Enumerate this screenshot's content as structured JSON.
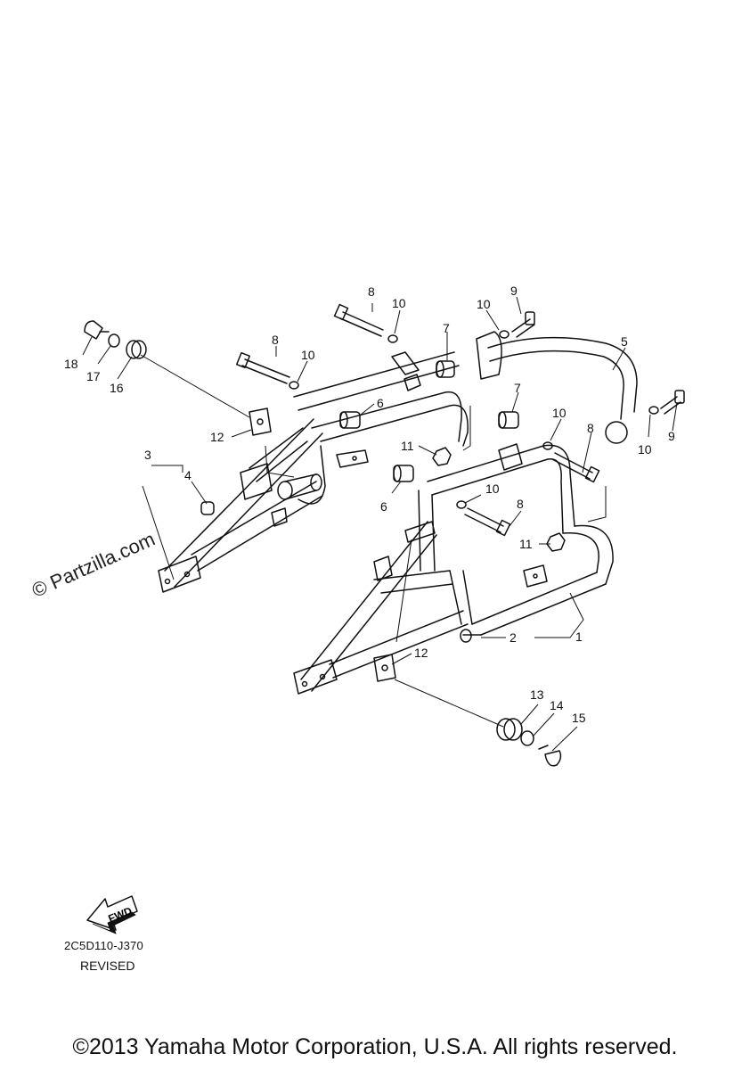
{
  "watermark": "© Partzilla.com",
  "callouts": [
    {
      "key": "c18",
      "text": "18"
    },
    {
      "key": "c17",
      "text": "17"
    },
    {
      "key": "c16",
      "text": "16"
    },
    {
      "key": "c8a",
      "text": "8"
    },
    {
      "key": "c10a",
      "text": "10"
    },
    {
      "key": "c8b",
      "text": "8"
    },
    {
      "key": "c10b",
      "text": "10"
    },
    {
      "key": "c7a",
      "text": "7"
    },
    {
      "key": "c10c",
      "text": "10"
    },
    {
      "key": "c9a",
      "text": "9"
    },
    {
      "key": "c5",
      "text": "5"
    },
    {
      "key": "c6a",
      "text": "6"
    },
    {
      "key": "c12a",
      "text": "12"
    },
    {
      "key": "c11a",
      "text": "11"
    },
    {
      "key": "c3",
      "text": "3"
    },
    {
      "key": "c4",
      "text": "4"
    },
    {
      "key": "c7b",
      "text": "7"
    },
    {
      "key": "c10d",
      "text": "10"
    },
    {
      "key": "c8c",
      "text": "8"
    },
    {
      "key": "c10e",
      "text": "10"
    },
    {
      "key": "c9b",
      "text": "9"
    },
    {
      "key": "c6b",
      "text": "6"
    },
    {
      "key": "c10f",
      "text": "10"
    },
    {
      "key": "c8d",
      "text": "8"
    },
    {
      "key": "c11b",
      "text": "11"
    },
    {
      "key": "c2",
      "text": "2"
    },
    {
      "key": "c1",
      "text": "1"
    },
    {
      "key": "c12b",
      "text": "12"
    },
    {
      "key": "c13",
      "text": "13"
    },
    {
      "key": "c14",
      "text": "14"
    },
    {
      "key": "c15",
      "text": "15"
    }
  ],
  "fwd_label": "FWD",
  "diagram_code": "2C5D110-J370",
  "revised_label": "REVISED",
  "copyright": "©2013 Yamaha Motor Corporation, U.S.A. All rights reserved."
}
